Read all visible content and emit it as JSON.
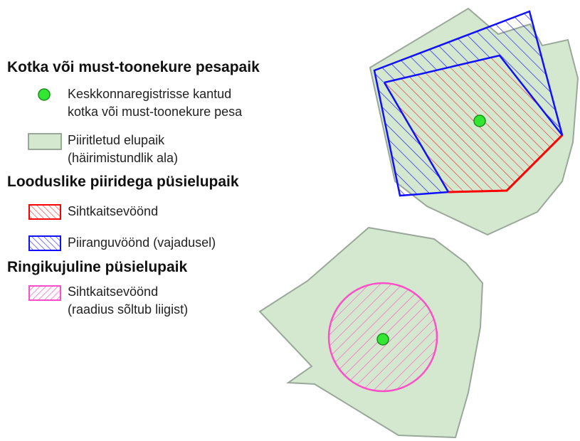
{
  "legend": {
    "nest_section": {
      "heading": "Kotka või must-toonekure pesapaik",
      "items": [
        {
          "symbol": "green-dot",
          "line1": "Keskkonnaregistrisse kantud",
          "line2": "kotka või must-toonekure pesa"
        },
        {
          "symbol": "light-green-box",
          "line1": "Piiritletud elupaik",
          "line2": "(häirimistundlik ala)"
        }
      ]
    },
    "natural_section": {
      "heading": "Looduslike piiridega püsielupaik",
      "items": [
        {
          "symbol": "red-hatch",
          "line1": "Sihtkaitsevöönd"
        },
        {
          "symbol": "blue-hatch",
          "line1": "Piiranguvöönd (vajadusel)"
        }
      ]
    },
    "circular_section": {
      "heading": "Ringikujuline püsielupaik",
      "items": [
        {
          "symbol": "pink-hatch",
          "line1": "Sihtkaitsevöönd",
          "line2": "(raadius sõltub liigist)"
        }
      ]
    }
  },
  "colors": {
    "habitat_fill": "#d4e8cf",
    "habitat_stroke": "#9aa89a",
    "nest_fill": "#33e633",
    "nest_stroke": "#1a8f1a",
    "strict_zone": "#ff0000",
    "limited_zone": "#0000ff",
    "circular_zone": "#ff55cc"
  }
}
